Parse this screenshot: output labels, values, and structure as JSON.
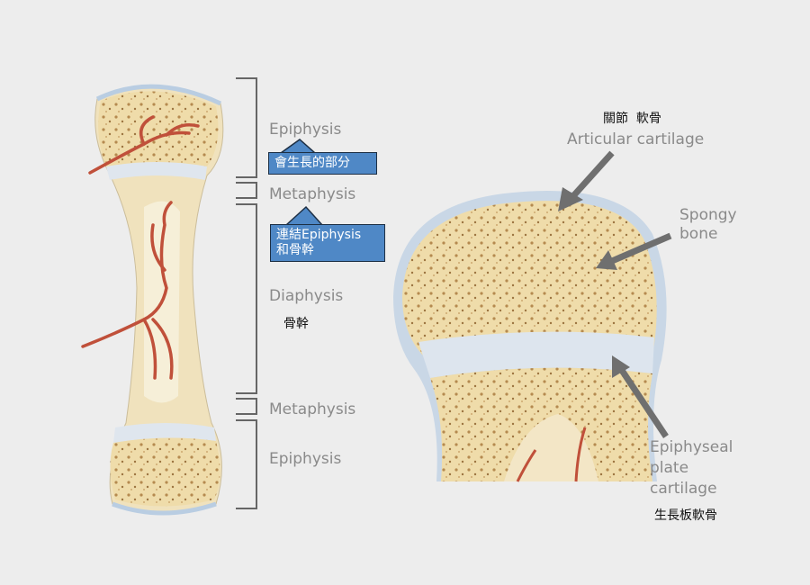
{
  "left_labels": {
    "epiphysis_top": "Epiphysis",
    "metaphysis_top": "Metaphysis",
    "diaphysis": "Diaphysis",
    "metaphysis_bottom": "Metaphysis",
    "epiphysis_bottom": "Epiphysis"
  },
  "left_chinese": {
    "diaphysis_zh": "骨幹"
  },
  "callouts": {
    "epiphysis_note": "會生長的部分",
    "metaphysis_note_line1": "連結Epiphysis",
    "metaphysis_note_line2": "和骨幹"
  },
  "right_labels": {
    "articular_zh": "關節  軟骨",
    "articular": "Articular cartilage",
    "spongy_line1": "Spongy",
    "spongy_line2": "bone",
    "plate_line1": "Epiphyseal",
    "plate_line2": "plate",
    "plate_line3": "cartilage",
    "plate_zh": "生長板軟骨"
  },
  "colors": {
    "bone": "#eedcb0",
    "cartilage": "#c9d7e6",
    "vessel": "#c0503a",
    "callout": "#4f88c6",
    "arrow": "#6f6f6f"
  }
}
